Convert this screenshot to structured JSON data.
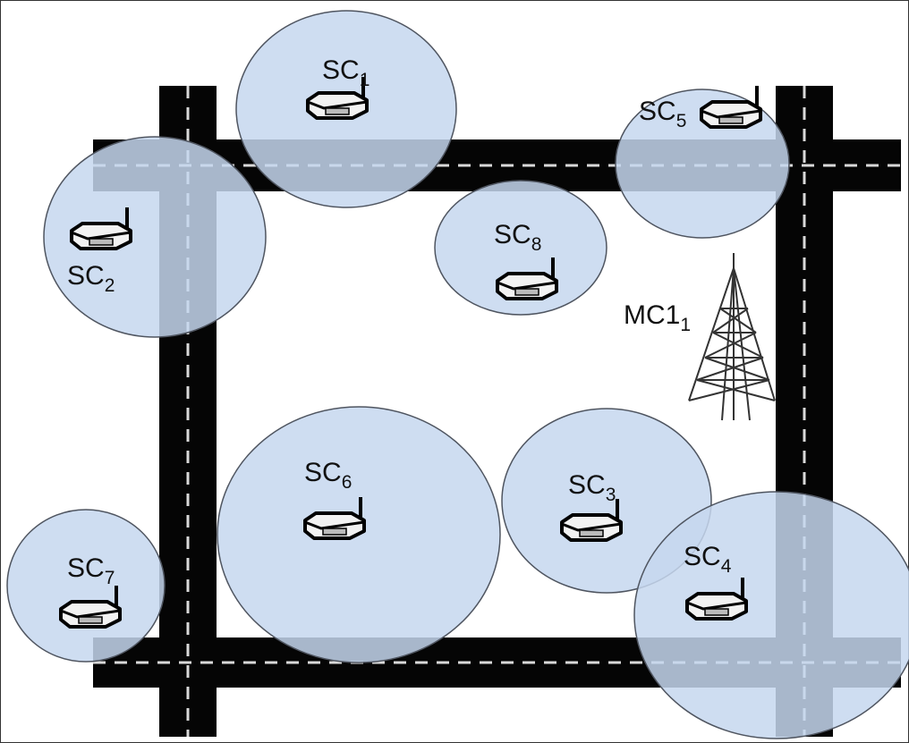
{
  "colors": {
    "cell_fill": "#c6d7ef",
    "cell_stroke": "#4f5560",
    "road": "#050505",
    "road_marking": "#d9d9d9",
    "tower": "#333333"
  },
  "small_cells": [
    {
      "id": "sc1",
      "label": "SC",
      "subscript": "1"
    },
    {
      "id": "sc2",
      "label": "SC",
      "subscript": "2"
    },
    {
      "id": "sc3",
      "label": "SC",
      "subscript": "3"
    },
    {
      "id": "sc4",
      "label": "SC",
      "subscript": "4"
    },
    {
      "id": "sc5",
      "label": "SC",
      "subscript": "5"
    },
    {
      "id": "sc6",
      "label": "SC",
      "subscript": "6"
    },
    {
      "id": "sc7",
      "label": "SC",
      "subscript": "7"
    },
    {
      "id": "sc8",
      "label": "SC",
      "subscript": "8"
    }
  ],
  "macro_cell": {
    "label": "MC1",
    "subscript": "1",
    "icon": "cell-tower-icon"
  },
  "router_icon": "wireless-router-icon"
}
